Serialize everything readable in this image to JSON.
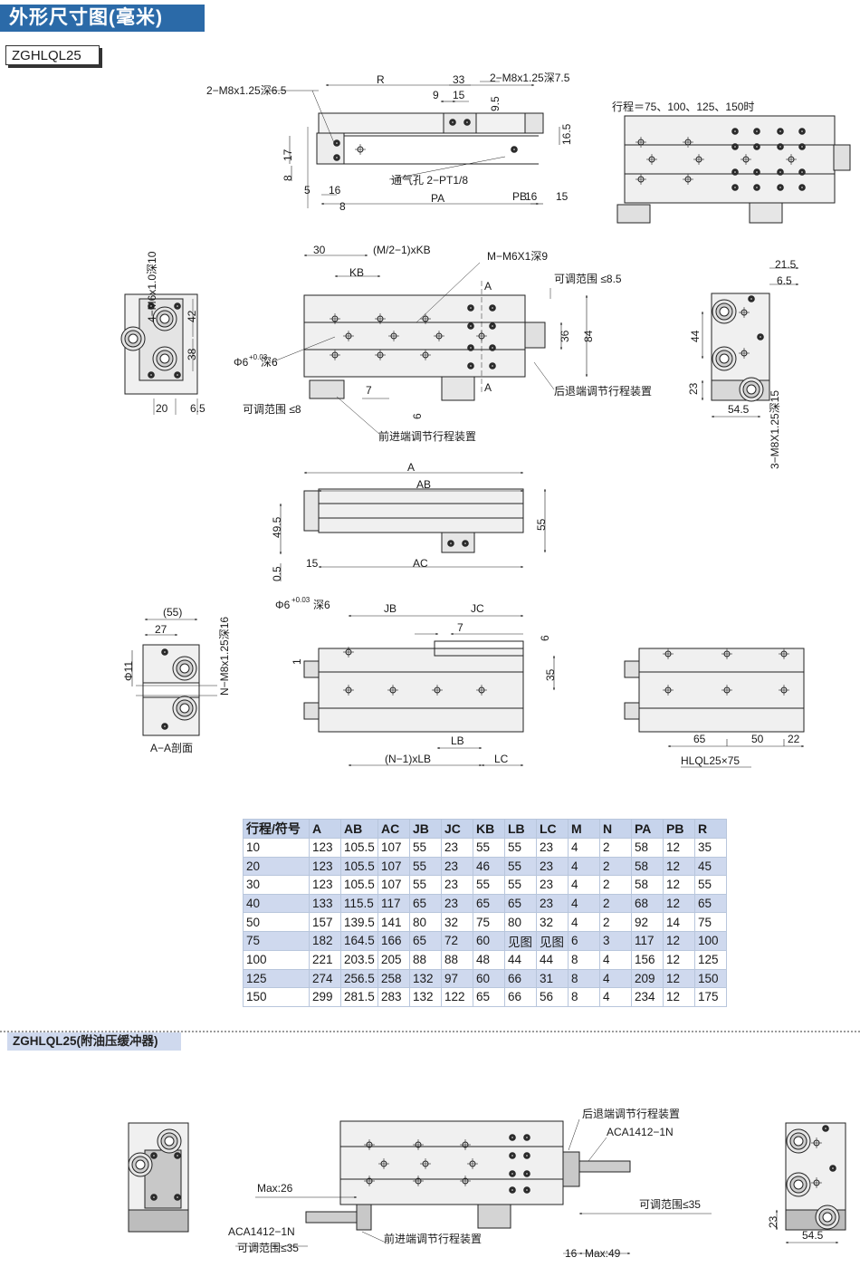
{
  "header": {
    "title": "外形尺寸图(毫米)",
    "model": "ZGHLQL25"
  },
  "labels": {
    "top_left_tap": "2−M8x1.25深6.5",
    "top_right_tap": "2−M8x1.25深7.5",
    "vent": "通气孔 2−PT1/8",
    "stroke_list": "行程＝75、100、125、150时",
    "side_tap": "4−M6x1.0深10",
    "m_tap": "M−M6X1深9",
    "range_85": "可调范围 ≤8.5",
    "range_8": "可调范围 ≤8",
    "rear_adjust": "后退端调节行程装置",
    "front_adjust": "前进端调节行程装置",
    "pin_hole": "Φ6",
    "depth6": "深6",
    "tol_up": "+0.03",
    "tol_lo": "0",
    "m8_deep15": "3−M8X1.25深15",
    "m8_deep16": "N−M8x1.25深16",
    "section_aa": "A−A剖面",
    "model_75": "HLQL25×75",
    "pipe": "(M/2−1)xKB",
    "nlb": "(N−1)xLB",
    "phi11": "Φ11",
    "p55": "(55)"
  },
  "dims": {
    "R": "R",
    "d33": "33",
    "d9": "9",
    "d15": "15",
    "d95": "9.5",
    "d165": "16.5",
    "d17": "17",
    "d8": "8",
    "d5": "5",
    "d16": "16",
    "PA": "PA",
    "PB": "PB",
    "d30": "30",
    "KB": "KB",
    "A": "A",
    "d42": "42",
    "d38": "38",
    "d20": "20",
    "d65": "6.5",
    "d7": "7",
    "d6": "6",
    "d36": "36",
    "d84": "84",
    "d215": "21.5",
    "d44": "44",
    "d23": "23",
    "d545": "54.5",
    "AB": "AB",
    "AC": "AC",
    "d495": "49.5",
    "d05": "0.5",
    "d55": "55",
    "d27": "27",
    "d1": "1",
    "JB": "JB",
    "JC": "JC",
    "d35": "35",
    "LB": "LB",
    "LC": "LC",
    "d65b": "65",
    "d50": "50",
    "d22": "22"
  },
  "table": {
    "headers": [
      "行程/符号",
      "A",
      "AB",
      "AC",
      "JB",
      "JC",
      "KB",
      "LB",
      "LC",
      "M",
      "N",
      "PA",
      "PB",
      "R"
    ],
    "rows": [
      [
        "10",
        "123",
        "105.5",
        "107",
        "55",
        "23",
        "55",
        "55",
        "23",
        "4",
        "2",
        "58",
        "12",
        "35"
      ],
      [
        "20",
        "123",
        "105.5",
        "107",
        "55",
        "23",
        "46",
        "55",
        "23",
        "4",
        "2",
        "58",
        "12",
        "45"
      ],
      [
        "30",
        "123",
        "105.5",
        "107",
        "55",
        "23",
        "55",
        "55",
        "23",
        "4",
        "2",
        "58",
        "12",
        "55"
      ],
      [
        "40",
        "133",
        "115.5",
        "117",
        "65",
        "23",
        "65",
        "65",
        "23",
        "4",
        "2",
        "68",
        "12",
        "65"
      ],
      [
        "50",
        "157",
        "139.5",
        "141",
        "80",
        "32",
        "75",
        "80",
        "32",
        "4",
        "2",
        "92",
        "14",
        "75"
      ],
      [
        "75",
        "182",
        "164.5",
        "166",
        "65",
        "72",
        "60",
        "见图",
        "见图",
        "6",
        "3",
        "117",
        "12",
        "100"
      ],
      [
        "100",
        "221",
        "203.5",
        "205",
        "88",
        "88",
        "48",
        "44",
        "44",
        "8",
        "4",
        "156",
        "12",
        "125"
      ],
      [
        "125",
        "274",
        "256.5",
        "258",
        "132",
        "97",
        "60",
        "66",
        "31",
        "8",
        "4",
        "209",
        "12",
        "150"
      ],
      [
        "150",
        "299",
        "281.5",
        "283",
        "132",
        "122",
        "65",
        "66",
        "56",
        "8",
        "4",
        "234",
        "12",
        "175"
      ]
    ]
  },
  "section2": {
    "title": "ZGHLQL25(附油压缓冲器)",
    "rear_adjust": "后退端调节行程装置",
    "front_adjust": "前进端调节行程装置",
    "aca_top": "ACA1412−1N",
    "aca_bottom": "ACA1412−1N",
    "max26": "Max:26",
    "max49": "Max:49",
    "range35_a": "可调范围≤35",
    "range35_b": "可调范围≤35",
    "d16": "16",
    "d23": "23",
    "d545": "54.5"
  }
}
